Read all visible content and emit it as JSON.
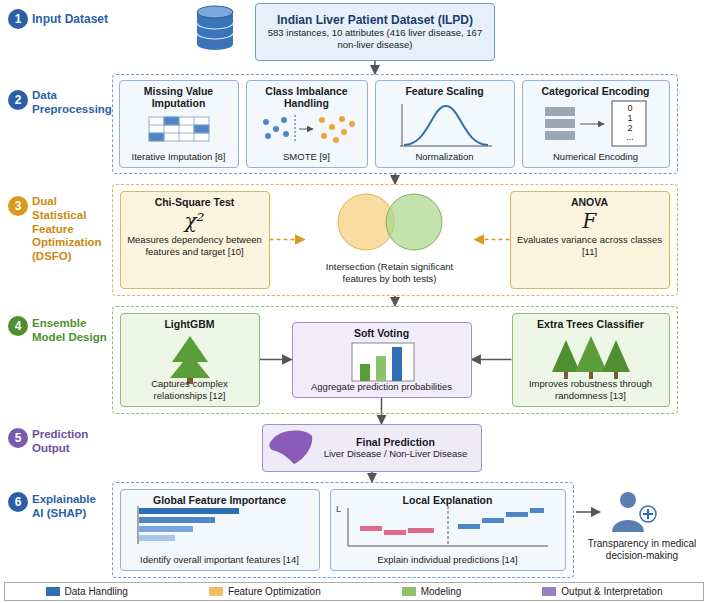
{
  "diagram": {
    "nodes": [
      {
        "text": [
          "1"
        ]
      },
      {
        "text": [
          "Indian Liver Patient Dataset (ILPD)",
          "583 instances, 10 attributes (416 liver disease, 167 non-liver disease)"
        ]
      },
      {
        "text": [
          "2"
        ]
      },
      {
        "text": [
          "Data Preprocessing"
        ]
      },
      {
        "text": [
          "Missing Value Imputation",
          "Iterative Imputation [8]"
        ],
        "in": 3
      },
      {
        "text": [
          "Class Imbalance Handling",
          "SMOTE [9]"
        ],
        "in": 3
      },
      {
        "text": [
          "Feature Scaling",
          "Normalization"
        ],
        "in": 3
      },
      {
        "text": [
          "Categorical Encoding",
          "Numerical Encoding"
        ],
        "in": 3
      },
      {
        "text": [
          "3"
        ]
      },
      {
        "text": [
          "Dual Statistical Feature Optimization (DSFO)"
        ]
      },
      {
        "text": [
          "Chi-Square Test",
          "χ²",
          "Measures dependency between features and target [10]"
        ],
        "in": 9
      },
      {
        "text": [
          "Intersection (Retain significant features by both tests)"
        ],
        "in": 9
      },
      {
        "text": [
          "ANOVA",
          "F",
          "Evaluates variance across classes [11]"
        ],
        "in": 9
      },
      {
        "text": [
          "4"
        ]
      },
      {
        "text": [
          "Ensemble Model Design"
        ]
      },
      {
        "text": [
          "LightGBM",
          "Captures complex relationships [12]"
        ],
        "in": 14
      },
      {
        "text": [
          "Soft Voting",
          "Aggregate prediction probabilities"
        ],
        "in": 14
      },
      {
        "text": [
          "Extra Trees Classifier",
          "Improves robustness through randomness [13]"
        ],
        "in": 14
      },
      {
        "text": [
          "5"
        ]
      },
      {
        "text": [
          "Final Prediction",
          "Liver Disease / Non-Liver Disease"
        ]
      },
      {
        "text": [
          "6"
        ]
      },
      {
        "text": [
          "Explainable AI (SHAP)"
        ]
      },
      {
        "text": [
          "Global Feature Importance",
          "Identify overall important features [14]"
        ],
        "in": 21
      },
      {
        "text": [
          "Local Explanation",
          "Explain individual predictions [14]"
        ],
        "in": 21
      }
    ],
    "edges": [
      {
        "from": 1,
        "to": 3,
        "arrow": "to"
      },
      {
        "from": 3,
        "to": 9,
        "arrow": "to"
      },
      {
        "from": 10,
        "to": 11,
        "arrow": "to"
      },
      {
        "from": 12,
        "to": 11,
        "arrow": "to"
      },
      {
        "from": 9,
        "to": 14,
        "arrow": "to"
      },
      {
        "from": 15,
        "to": 16,
        "arrow": "to"
      },
      {
        "from": 17,
        "to": 16,
        "arrow": "to"
      },
      {
        "from": 16,
        "to": 19,
        "arrow": "to"
      },
      {
        "from": 19,
        "to": 21,
        "arrow": "to"
      }
    ],
    "labels": [
      "Input Dataset",
      "0",
      "1",
      "2",
      "...",
      "Prediction Output",
      "L",
      "Transparency in medical decision-making"
    ],
    "legend": [
      {
        "text": "Data Handling",
        "color": "#2f6db5"
      },
      {
        "text": "Feature Optimization",
        "color": "#f0c060"
      },
      {
        "text": "Modeling",
        "color": "#8cc26a"
      },
      {
        "text": "Output & Interpretation",
        "color": "#9b7fc4"
      }
    ]
  }
}
